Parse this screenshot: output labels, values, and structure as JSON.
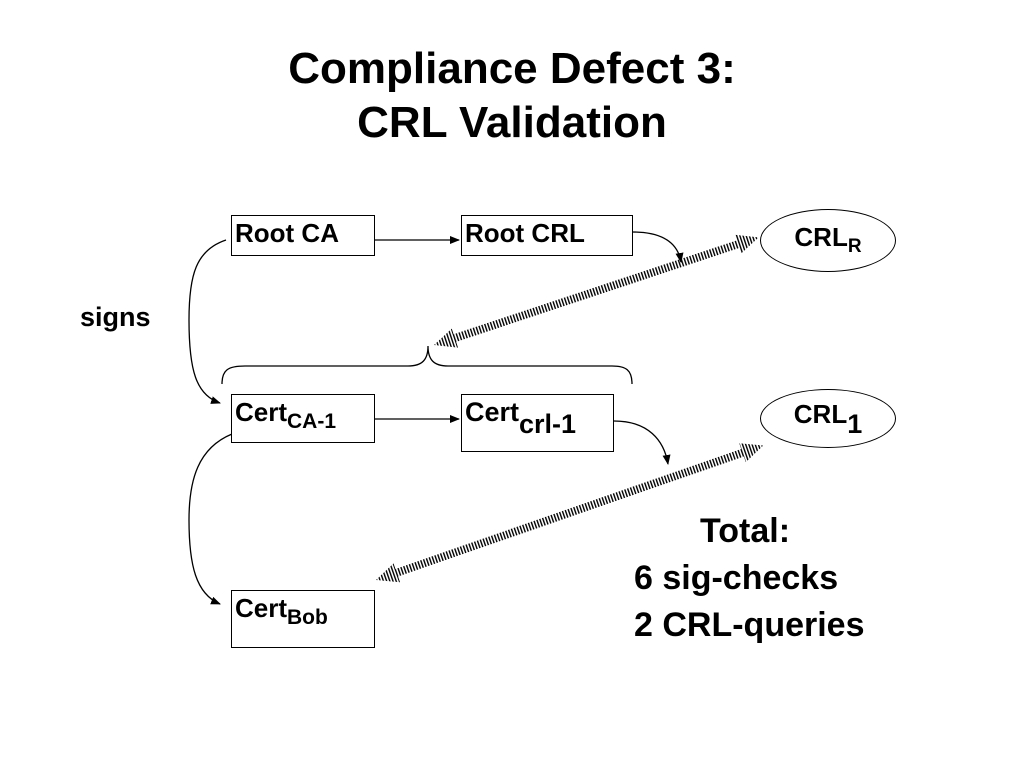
{
  "title": {
    "line1": "Compliance Defect 3:",
    "line2": "CRL Validation"
  },
  "boxes": {
    "root_ca": {
      "text": "Root CA"
    },
    "root_crl": {
      "text": "Root CRL"
    },
    "cert_ca1": {
      "base": "Cert",
      "sub": "CA-1"
    },
    "cert_crl1": {
      "base": "Cert",
      "sub": "crl-1"
    },
    "cert_bob": {
      "base": "Cert",
      "sub": "Bob"
    }
  },
  "crls": {
    "crl_r": {
      "base": "CRL",
      "sub": "R"
    },
    "crl_1": {
      "base": "CRL",
      "sub": "1"
    }
  },
  "side_label": "signs",
  "total": {
    "heading": "Total:",
    "line1": "6 sig-checks",
    "line2": "2 CRL-queries"
  }
}
